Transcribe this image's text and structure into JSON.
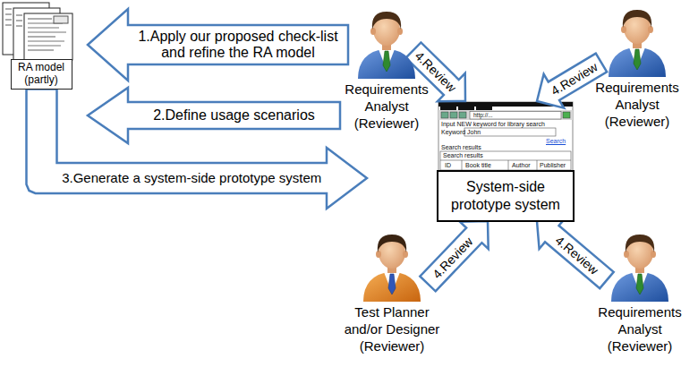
{
  "diagram": {
    "nodes": [
      {
        "text": [
          "RA model (partly)"
        ]
      },
      {
        "text": [
          "Requirements Analyst (Reviewer)"
        ]
      },
      {
        "text": [
          "Requirements Analyst (Reviewer)"
        ]
      },
      {
        "text": [
          "System-side prototype system"
        ]
      },
      {
        "text": [
          "Test Planner and/or Designer (Reviewer)"
        ]
      },
      {
        "text": [
          "Requirements Analyst (Reviewer)"
        ]
      }
    ],
    "edges": [
      {
        "from": 1,
        "to": 0,
        "arrow": "to",
        "label": "1.Apply our proposed check-list and refine the RA model"
      },
      {
        "from": 1,
        "to": 0,
        "arrow": "to",
        "label": "2.Define usage scenarios"
      },
      {
        "from": 0,
        "to": 3,
        "arrow": "to",
        "label": "3.Generate a system-side prototype system"
      },
      {
        "from": 1,
        "to": 3,
        "arrow": "to",
        "label": "4.Review"
      },
      {
        "from": 2,
        "to": 3,
        "arrow": "to",
        "label": "4.Review"
      },
      {
        "from": 4,
        "to": 3,
        "arrow": "to",
        "label": "4.Review"
      },
      {
        "from": 5,
        "to": 3,
        "arrow": "to",
        "label": "4.Review"
      }
    ],
    "labels": [
      "http://...",
      "Input NEW keyword for library search",
      "Keyword",
      "John",
      "Search",
      "Search results",
      "Search results",
      "ID",
      "Book title",
      "Author",
      "Publisher"
    ]
  }
}
